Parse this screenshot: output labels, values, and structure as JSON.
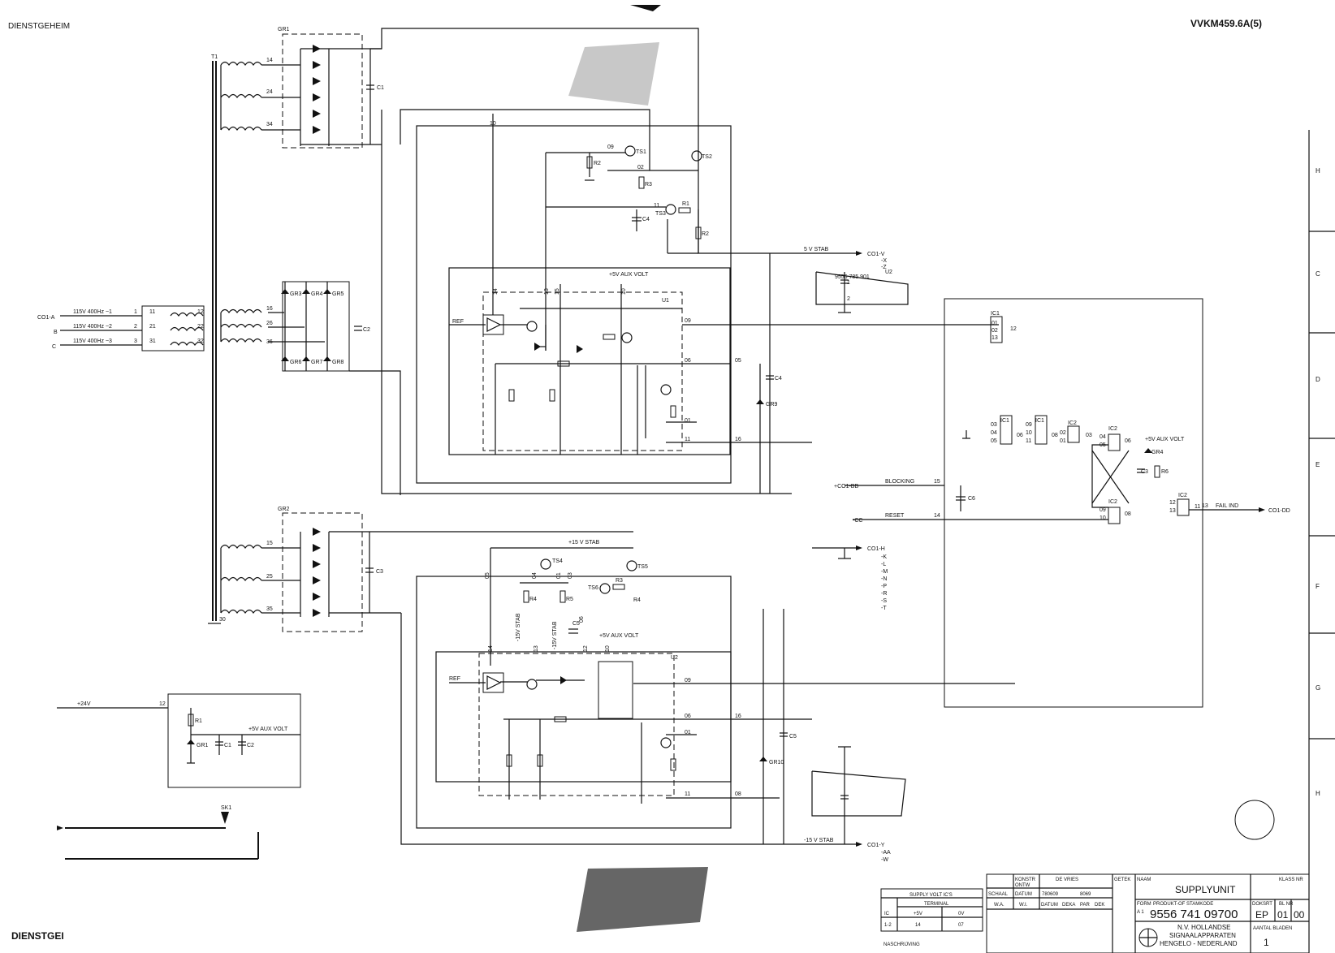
{
  "header": {
    "classification_top": "DIENSTGEHEIM",
    "classification_bottom": "DIENSTGEI",
    "doc_number": "VVKM459.6A(5)"
  },
  "zones": [
    "H",
    "C",
    "D",
    "E",
    "F",
    "G",
    "H"
  ],
  "inputs": {
    "terminal_a": "CO1-A",
    "terminal_b": "B",
    "terminal_c": "C",
    "phase_1": "115V 400Hz ~1",
    "phase_2": "115V 400Hz ~2",
    "phase_3": "115V 400Hz ~3",
    "pins": [
      "1",
      "2",
      "3"
    ],
    "t1_prim": [
      "11",
      "21",
      "31"
    ],
    "t1_prim_end": [
      "12",
      "22",
      "32"
    ],
    "sup_24v": "+24V",
    "pin_12": "12"
  },
  "transformer": {
    "name": "T1",
    "taps_top": [
      "14",
      "24",
      "34"
    ],
    "taps_mid": [
      "16",
      "26",
      "36"
    ],
    "taps_bot": [
      "15",
      "25",
      "35"
    ],
    "tap_gnd": "30"
  },
  "rectifiers": {
    "gr1": "GR1",
    "gr2": "GR2",
    "gr3": "GR3",
    "gr4": "GR4",
    "gr5": "GR5",
    "gr6": "GR6",
    "gr7": "GR7",
    "gr8": "GR8",
    "gr9": "GR9",
    "gr10": "GR10"
  },
  "capacitors": {
    "c1": "C1",
    "c2": "C2",
    "c3": "C3",
    "c4": "C4",
    "c5": "C5",
    "c6": "C6"
  },
  "regulator_top": {
    "ts1": "TS1",
    "ts2": "TS2",
    "ts3": "TS3",
    "r1": "R1",
    "r2": "R2",
    "r3": "R3",
    "r2b": "R2",
    "c4": "C4",
    "pins": {
      "p10": "10",
      "p09": "09",
      "p02": "02",
      "p11": "11"
    },
    "aux": "+5V AUX VOLT",
    "u1": "U1",
    "ref": "REF",
    "pins_u": {
      "p14": "14",
      "p13": "13",
      "p15": "15",
      "p10": "10",
      "p09": "09",
      "p06": "06",
      "p05": "05",
      "p01": "01",
      "p11": "11",
      "p16": "16"
    }
  },
  "regulator_bottom": {
    "stab_pos": "+15 V STAB",
    "ts4": "TS4",
    "ts5": "TS5",
    "ts6": "TS6",
    "r3": "R3",
    "r4": "R4",
    "r4b": "R4",
    "r5": "R5",
    "c5": "C5",
    "pins": {
      "p05": "05",
      "p04": "04",
      "p01": "01",
      "p03": "03",
      "p06": "06"
    },
    "stab_neg_a": "-15V STAB",
    "stab_neg_b": "-15V STAB",
    "aux": "+5V AUX VOLT",
    "u2": "U2",
    "ref": "REF",
    "pins_u": {
      "p14": "14",
      "p13": "13",
      "p12": "12",
      "p10": "10",
      "p09": "09",
      "p06": "06",
      "p16": "16",
      "p01": "01",
      "p11": "11",
      "p08": "08"
    }
  },
  "aux_supply": {
    "r1": "R1",
    "gr1": "GR1",
    "c1": "C1",
    "c2": "C2",
    "aux": "+5V AUX VOLT",
    "sk": "SK1"
  },
  "outputs": {
    "stab5": "5 V STAB",
    "co1v": "CO1-V",
    "x": "-X",
    "z": "-Z",
    "u2ref": "U2",
    "code": "9556 785 901",
    "p1": "1",
    "p2": "2",
    "co1h": "CO1-H",
    "letters": [
      "-K",
      "-L",
      "-M",
      "-N",
      "-P",
      "-R",
      "-S",
      "-T"
    ],
    "stab15n": "-15 V STAB",
    "co1y": "CO1-Y",
    "aa": "-AA",
    "w": "-W"
  },
  "logic": {
    "ic1": "IC1",
    "ic2": "IC2",
    "g1_in": [
      "01",
      "02",
      "13"
    ],
    "g1_out": "12",
    "g2_in": [
      "03",
      "04",
      "05"
    ],
    "g2_out": "06",
    "g3_in": [
      "09",
      "10",
      "11"
    ],
    "g3_out": "08",
    "g4_in": [
      "02",
      "01"
    ],
    "g4_out": "03",
    "ff1_in": [
      "04",
      "05"
    ],
    "ff1_out": "06",
    "ff2_in": [
      "09",
      "10"
    ],
    "ff2_out": "08",
    "g5_in": [
      "12",
      "13"
    ],
    "g5_out": "11",
    "aux": "+5V AUX VOLT",
    "gr4": "GR4",
    "c3": "C3",
    "r6": "R6",
    "blocking_src": "+CO1-BB",
    "blocking": "BLOCKING",
    "blocking_pin": "15",
    "reset_src": "-CC",
    "reset": "RESET",
    "reset_pin": "14",
    "fail_pin": "13",
    "fail": "FAIL IND",
    "fail_dst": "CO1-DD"
  },
  "ic_table": {
    "title": "SUPPLY VOLT IC'S",
    "sub": "TERMINAL",
    "col_ic": "IC",
    "col_pos": "+5V",
    "col_zero": "0V",
    "row_ic": "1-2",
    "row_pos": "14",
    "row_zero": "07"
  },
  "title_block": {
    "konstr": "KONSTR",
    "ontw": "ONTW",
    "getek": "GETEK",
    "naam": "NAAM",
    "title": "SUPPLYUNIT",
    "klass": "KLASS NR",
    "schaal": "SCHAAL",
    "datum": "DATUM",
    "devries": "DE VRIES",
    "date1": "780609",
    "date2": "8069",
    "wa": "W.A.",
    "wi": "W.I.",
    "datum2": "DATUM",
    "deka": "DEKA",
    "par": "PAR",
    "dek": "DEK",
    "form": "FORM",
    "form_val": "A 1",
    "produkt": "PRODUKT-OF STAMKODE",
    "code": "9556 741 09700",
    "doksrt": "DOKSRT",
    "blnr": "BL NR",
    "ep": "EP",
    "blad": "01",
    "ver": "00",
    "company1": "N.V. HOLLANDSE",
    "company2": "SIGNAALAPPARATEN",
    "company3": "HENGELO - NEDERLAND",
    "aantal": "AANTAL BLADEN",
    "aantal_val": "1",
    "nasch": "NASCHRIJVING"
  }
}
